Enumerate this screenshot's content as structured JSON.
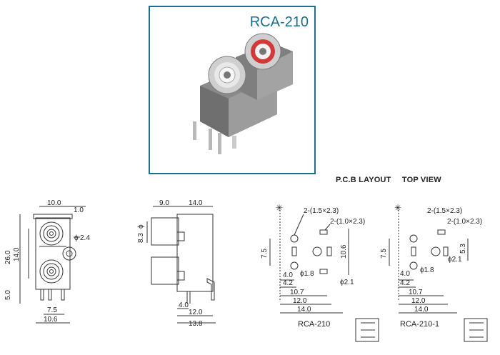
{
  "product": {
    "title": "RCA-210"
  },
  "header": {
    "pcb_layout": "P.C.B LAYOUT",
    "top_view": "TOP VIEW"
  },
  "front_view": {
    "dims": {
      "top_width": "10.0",
      "top_offset": "1.0",
      "hole_dia": "2.4",
      "height_total": "26.0",
      "height_mid": "14.0",
      "pin_length": "5.0",
      "pin_pitch": "7.5",
      "bottom_width": "10.6"
    },
    "phi": "ϕ"
  },
  "side_view": {
    "dims": {
      "front": "9.0",
      "depth": "14.0",
      "jack_dia": "8.3",
      "pin_height": "4.0",
      "pin_span": "12.0",
      "total_depth": "13.8"
    },
    "phi": "ϕ"
  },
  "pcb_left": {
    "caption": "RCA-210",
    "dims": {
      "slot_a": "2-(1.5×2.3)",
      "slot_b": "2-(1.0×2.3)",
      "v_left": "7.5",
      "v_right": "10.6",
      "hole_small": "ϕ1.8",
      "hole_big": "ϕ2.1",
      "d1": "4.0",
      "d2": "4.2",
      "d3": "10.7",
      "d4": "12.0",
      "d5": "14.0"
    }
  },
  "pcb_right": {
    "caption": "RCA-210-1",
    "dims": {
      "slot_a": "2-(1.5×2.3)",
      "slot_b": "2-(1.0×2.3)",
      "v_left": "7.5",
      "v_right": "5.3",
      "hole_small": "ϕ1.8",
      "hole_big": "ϕ2.1",
      "d1": "4.0",
      "d2": "4.2",
      "d3": "10.7",
      "d4": "12.0",
      "d5": "14.0"
    }
  },
  "datum_mark": "✳"
}
